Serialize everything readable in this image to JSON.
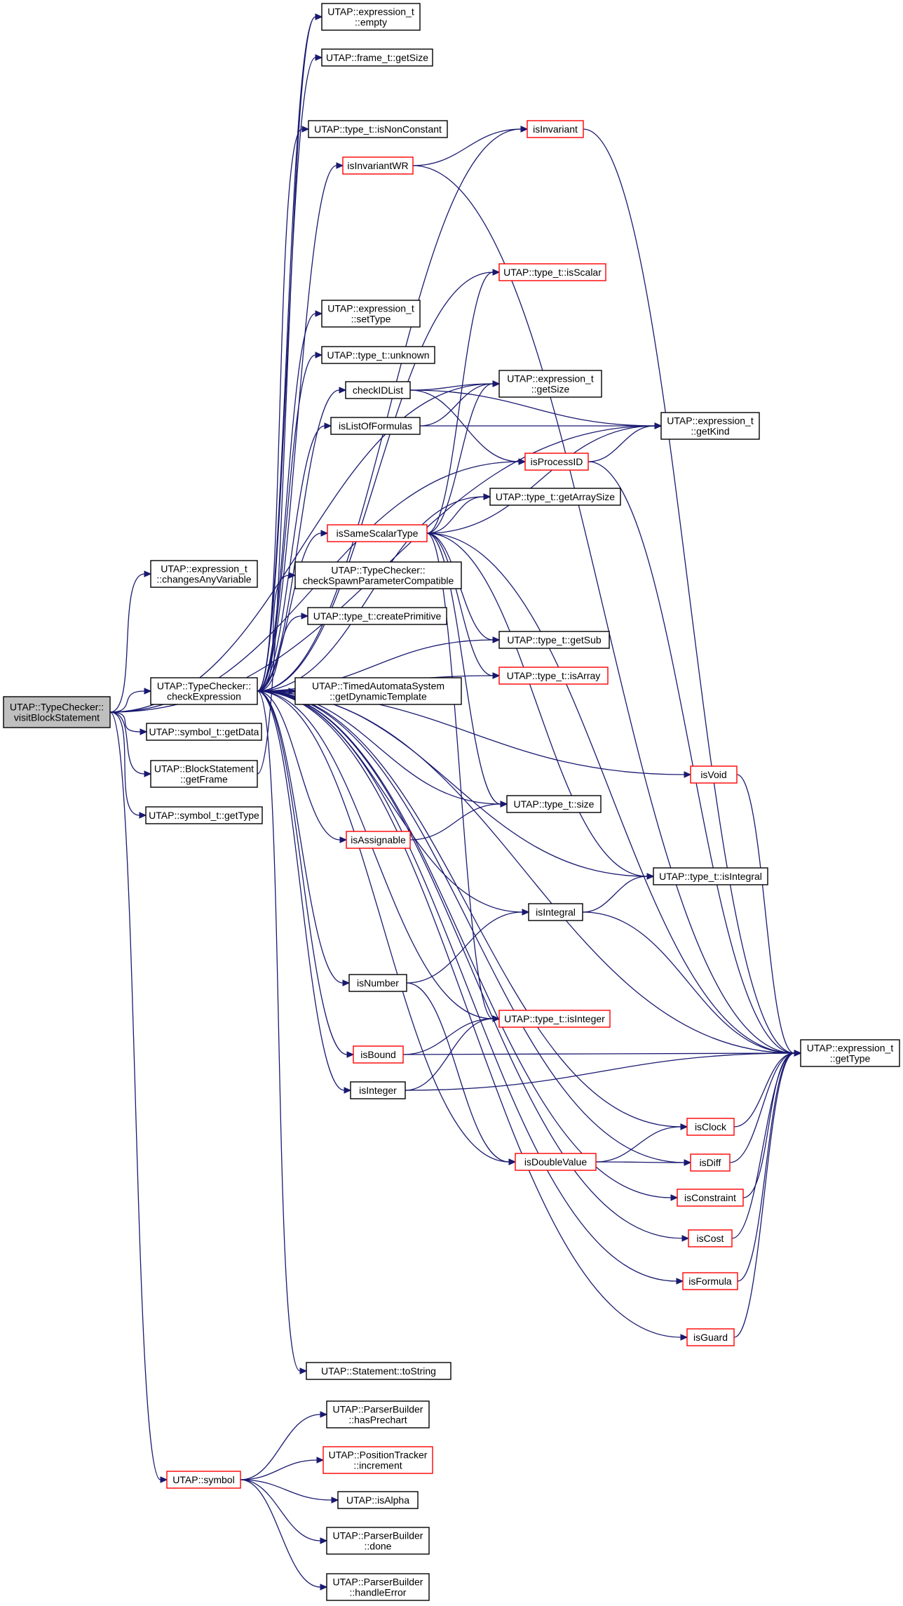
{
  "colors": {
    "edge": "#191970",
    "node_border": "#000000",
    "ref_border": "#ff0000",
    "root_fill": "#bfbfbf"
  },
  "nodes": [
    {
      "id": "root",
      "lines": [
        "UTAP::TypeChecker::",
        "visitBlockStatement"
      ],
      "style": "root"
    },
    {
      "id": "changesAnyVariable",
      "lines": [
        "UTAP::expression_t",
        "::changesAnyVariable"
      ],
      "style": "normal"
    },
    {
      "id": "checkExpression",
      "lines": [
        "UTAP::TypeChecker::",
        "checkExpression"
      ],
      "style": "normal"
    },
    {
      "id": "getData",
      "lines": [
        "UTAP::symbol_t::getData"
      ],
      "style": "normal"
    },
    {
      "id": "getFrame",
      "lines": [
        "UTAP::BlockStatement",
        "::getFrame"
      ],
      "style": "normal"
    },
    {
      "id": "symGetType",
      "lines": [
        "UTAP::symbol_t::getType"
      ],
      "style": "normal"
    },
    {
      "id": "symbol",
      "lines": [
        "UTAP::symbol"
      ],
      "style": "ref"
    },
    {
      "id": "empty",
      "lines": [
        "UTAP::expression_t",
        "::empty"
      ],
      "style": "normal"
    },
    {
      "id": "frameGetSize",
      "lines": [
        "UTAP::frame_t::getSize"
      ],
      "style": "normal"
    },
    {
      "id": "isNonConstant",
      "lines": [
        "UTAP::type_t::isNonConstant"
      ],
      "style": "normal"
    },
    {
      "id": "isInvariantWR",
      "lines": [
        "isInvariantWR"
      ],
      "style": "ref"
    },
    {
      "id": "isInvariant",
      "lines": [
        "isInvariant"
      ],
      "style": "ref"
    },
    {
      "id": "isScalar",
      "lines": [
        "UTAP::type_t::isScalar"
      ],
      "style": "ref"
    },
    {
      "id": "setType",
      "lines": [
        "UTAP::expression_t",
        "::setType"
      ],
      "style": "normal"
    },
    {
      "id": "unknown",
      "lines": [
        "UTAP::type_t::unknown"
      ],
      "style": "normal"
    },
    {
      "id": "checkIDList",
      "lines": [
        "checkIDList"
      ],
      "style": "normal"
    },
    {
      "id": "isListOfFormulas",
      "lines": [
        "isListOfFormulas"
      ],
      "style": "normal"
    },
    {
      "id": "exprGetSize",
      "lines": [
        "UTAP::expression_t",
        "::getSize"
      ],
      "style": "normal"
    },
    {
      "id": "getKind",
      "lines": [
        "UTAP::expression_t",
        "::getKind"
      ],
      "style": "normal"
    },
    {
      "id": "isProcessID",
      "lines": [
        "isProcessID"
      ],
      "style": "ref"
    },
    {
      "id": "getArraySize",
      "lines": [
        "UTAP::type_t::getArraySize"
      ],
      "style": "normal"
    },
    {
      "id": "isSameScalarType",
      "lines": [
        "isSameScalarType"
      ],
      "style": "ref"
    },
    {
      "id": "checkSpawn",
      "lines": [
        "UTAP::TypeChecker::",
        "checkSpawnParameterCompatible"
      ],
      "style": "normal"
    },
    {
      "id": "createPrimitive",
      "lines": [
        "UTAP::type_t::createPrimitive"
      ],
      "style": "normal"
    },
    {
      "id": "getDynamicTemplate",
      "lines": [
        "UTAP::TimedAutomataSystem",
        "::getDynamicTemplate"
      ],
      "style": "normal"
    },
    {
      "id": "getSub",
      "lines": [
        "UTAP::type_t::getSub"
      ],
      "style": "normal"
    },
    {
      "id": "isArray",
      "lines": [
        "UTAP::type_t::isArray"
      ],
      "style": "ref"
    },
    {
      "id": "isVoid",
      "lines": [
        "isVoid"
      ],
      "style": "ref"
    },
    {
      "id": "typeSize",
      "lines": [
        "UTAP::type_t::size"
      ],
      "style": "normal"
    },
    {
      "id": "isAssignable",
      "lines": [
        "isAssignable"
      ],
      "style": "ref"
    },
    {
      "id": "typeIsIntegral",
      "lines": [
        "UTAP::type_t::isIntegral"
      ],
      "style": "normal"
    },
    {
      "id": "isIntegral",
      "lines": [
        "isIntegral"
      ],
      "style": "normal"
    },
    {
      "id": "isNumber",
      "lines": [
        "isNumber"
      ],
      "style": "normal"
    },
    {
      "id": "typeIsInteger",
      "lines": [
        "UTAP::type_t::isInteger"
      ],
      "style": "ref"
    },
    {
      "id": "isBound",
      "lines": [
        "isBound"
      ],
      "style": "ref"
    },
    {
      "id": "exprGetType",
      "lines": [
        "UTAP::expression_t",
        "::getType"
      ],
      "style": "normal"
    },
    {
      "id": "isInteger",
      "lines": [
        "isInteger"
      ],
      "style": "normal"
    },
    {
      "id": "isClock",
      "lines": [
        "isClock"
      ],
      "style": "ref"
    },
    {
      "id": "isDoubleValue",
      "lines": [
        "isDoubleValue"
      ],
      "style": "ref"
    },
    {
      "id": "isDiff",
      "lines": [
        "isDiff"
      ],
      "style": "ref"
    },
    {
      "id": "isConstraint",
      "lines": [
        "isConstraint"
      ],
      "style": "ref"
    },
    {
      "id": "isCost",
      "lines": [
        "isCost"
      ],
      "style": "ref"
    },
    {
      "id": "isFormula",
      "lines": [
        "isFormula"
      ],
      "style": "ref"
    },
    {
      "id": "isGuard",
      "lines": [
        "isGuard"
      ],
      "style": "ref"
    },
    {
      "id": "toString",
      "lines": [
        "UTAP::Statement::toString"
      ],
      "style": "normal"
    },
    {
      "id": "hasPrechart",
      "lines": [
        "UTAP::ParserBuilder",
        "::hasPrechart"
      ],
      "style": "normal"
    },
    {
      "id": "increment",
      "lines": [
        "UTAP::PositionTracker",
        "::increment"
      ],
      "style": "ref"
    },
    {
      "id": "isAlpha",
      "lines": [
        "UTAP::isAlpha"
      ],
      "style": "normal"
    },
    {
      "id": "done",
      "lines": [
        "UTAP::ParserBuilder",
        "::done"
      ],
      "style": "normal"
    },
    {
      "id": "handleError",
      "lines": [
        "UTAP::ParserBuilder",
        "::handleError"
      ],
      "style": "normal"
    }
  ],
  "edges": [
    [
      "root",
      "changesAnyVariable"
    ],
    [
      "root",
      "checkExpression"
    ],
    [
      "root",
      "getData"
    ],
    [
      "root",
      "getFrame"
    ],
    [
      "root",
      "symGetType"
    ],
    [
      "root",
      "symbol"
    ],
    [
      "root",
      "getKind"
    ],
    [
      "root",
      "exprGetSize"
    ],
    [
      "root",
      "isProcessID"
    ],
    [
      "checkExpression",
      "empty"
    ],
    [
      "checkExpression",
      "frameGetSize"
    ],
    [
      "checkExpression",
      "isNonConstant"
    ],
    [
      "checkExpression",
      "isInvariantWR"
    ],
    [
      "checkExpression",
      "isInvariant"
    ],
    [
      "checkExpression",
      "isScalar"
    ],
    [
      "checkExpression",
      "setType"
    ],
    [
      "checkExpression",
      "unknown"
    ],
    [
      "checkExpression",
      "checkIDList"
    ],
    [
      "checkExpression",
      "isListOfFormulas"
    ],
    [
      "checkExpression",
      "getArraySize"
    ],
    [
      "checkExpression",
      "isSameScalarType"
    ],
    [
      "checkExpression",
      "checkSpawn"
    ],
    [
      "checkExpression",
      "createPrimitive"
    ],
    [
      "checkExpression",
      "getDynamicTemplate"
    ],
    [
      "checkExpression",
      "getSub"
    ],
    [
      "checkExpression",
      "isArray"
    ],
    [
      "checkExpression",
      "isVoid"
    ],
    [
      "checkExpression",
      "typeSize"
    ],
    [
      "checkExpression",
      "isAssignable"
    ],
    [
      "checkExpression",
      "typeIsIntegral"
    ],
    [
      "checkExpression",
      "isIntegral"
    ],
    [
      "checkExpression",
      "isNumber"
    ],
    [
      "checkExpression",
      "typeIsInteger"
    ],
    [
      "checkExpression",
      "isBound"
    ],
    [
      "checkExpression",
      "exprGetType"
    ],
    [
      "checkExpression",
      "isInteger"
    ],
    [
      "checkExpression",
      "isClock"
    ],
    [
      "checkExpression",
      "isDoubleValue"
    ],
    [
      "checkExpression",
      "isDiff"
    ],
    [
      "checkExpression",
      "isConstraint"
    ],
    [
      "checkExpression",
      "isCost"
    ],
    [
      "checkExpression",
      "isFormula"
    ],
    [
      "checkExpression",
      "isGuard"
    ],
    [
      "checkExpression",
      "toString"
    ],
    [
      "getFrame",
      "empty"
    ],
    [
      "isInvariantWR",
      "isInvariant"
    ],
    [
      "isInvariantWR",
      "exprGetType"
    ],
    [
      "isInvariant",
      "exprGetType"
    ],
    [
      "checkIDList",
      "exprGetSize"
    ],
    [
      "checkIDList",
      "getKind"
    ],
    [
      "checkIDList",
      "isProcessID"
    ],
    [
      "isListOfFormulas",
      "exprGetSize"
    ],
    [
      "isListOfFormulas",
      "getKind"
    ],
    [
      "isProcessID",
      "getKind"
    ],
    [
      "isProcessID",
      "exprGetType"
    ],
    [
      "isSameScalarType",
      "isScalar"
    ],
    [
      "isSameScalarType",
      "exprGetSize"
    ],
    [
      "isSameScalarType",
      "getArraySize"
    ],
    [
      "isSameScalarType",
      "getKind"
    ],
    [
      "isSameScalarType",
      "getSub"
    ],
    [
      "isSameScalarType",
      "isArray"
    ],
    [
      "isSameScalarType",
      "typeSize"
    ],
    [
      "isSameScalarType",
      "typeIsIntegral"
    ],
    [
      "isSameScalarType",
      "typeIsInteger"
    ],
    [
      "isSameScalarType",
      "exprGetType"
    ],
    [
      "isVoid",
      "exprGetType"
    ],
    [
      "isAssignable",
      "typeSize"
    ],
    [
      "isIntegral",
      "typeIsIntegral"
    ],
    [
      "isIntegral",
      "exprGetType"
    ],
    [
      "isNumber",
      "isIntegral"
    ],
    [
      "isNumber",
      "isDoubleValue"
    ],
    [
      "isBound",
      "typeIsInteger"
    ],
    [
      "isBound",
      "exprGetType"
    ],
    [
      "isInteger",
      "typeIsInteger"
    ],
    [
      "isInteger",
      "exprGetType"
    ],
    [
      "isClock",
      "exprGetType"
    ],
    [
      "isDoubleValue",
      "isClock"
    ],
    [
      "isDoubleValue",
      "isDiff"
    ],
    [
      "isDiff",
      "exprGetType"
    ],
    [
      "isConstraint",
      "exprGetType"
    ],
    [
      "isCost",
      "exprGetType"
    ],
    [
      "isFormula",
      "exprGetType"
    ],
    [
      "isGuard",
      "exprGetType"
    ],
    [
      "symbol",
      "hasPrechart"
    ],
    [
      "symbol",
      "increment"
    ],
    [
      "symbol",
      "isAlpha"
    ],
    [
      "symbol",
      "done"
    ],
    [
      "symbol",
      "handleError"
    ]
  ]
}
